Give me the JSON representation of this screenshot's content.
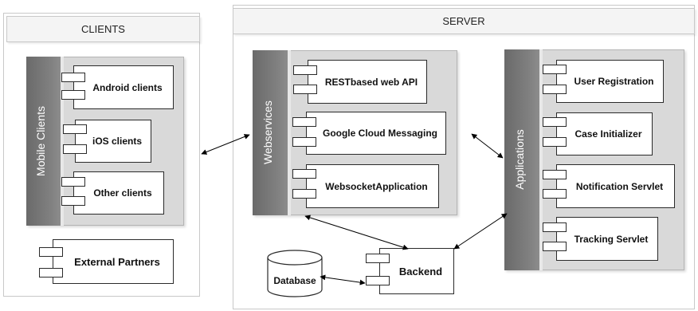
{
  "clients": {
    "header": "CLIENTS",
    "mobile_group": {
      "label": "Mobile Clients",
      "items": [
        "Android clients",
        "iOS clients",
        "Other clients"
      ]
    },
    "external": "External Partners"
  },
  "server": {
    "header": "SERVER",
    "webservices": {
      "label": "Webservices",
      "items": [
        "RESTbased web API",
        "Google Cloud Messaging",
        "WebsocketApplication"
      ]
    },
    "applications": {
      "label": "Applications",
      "items": [
        "User Registration",
        "Case Initializer",
        "Notification Servlet",
        "Tracking Servlet"
      ]
    },
    "backend": "Backend",
    "database": "Database"
  },
  "colors": {
    "group_fill": "#d9d9d9",
    "band_fill": "#6a6a6a",
    "component_border": "#2a2a2a",
    "connector": "#000000"
  }
}
